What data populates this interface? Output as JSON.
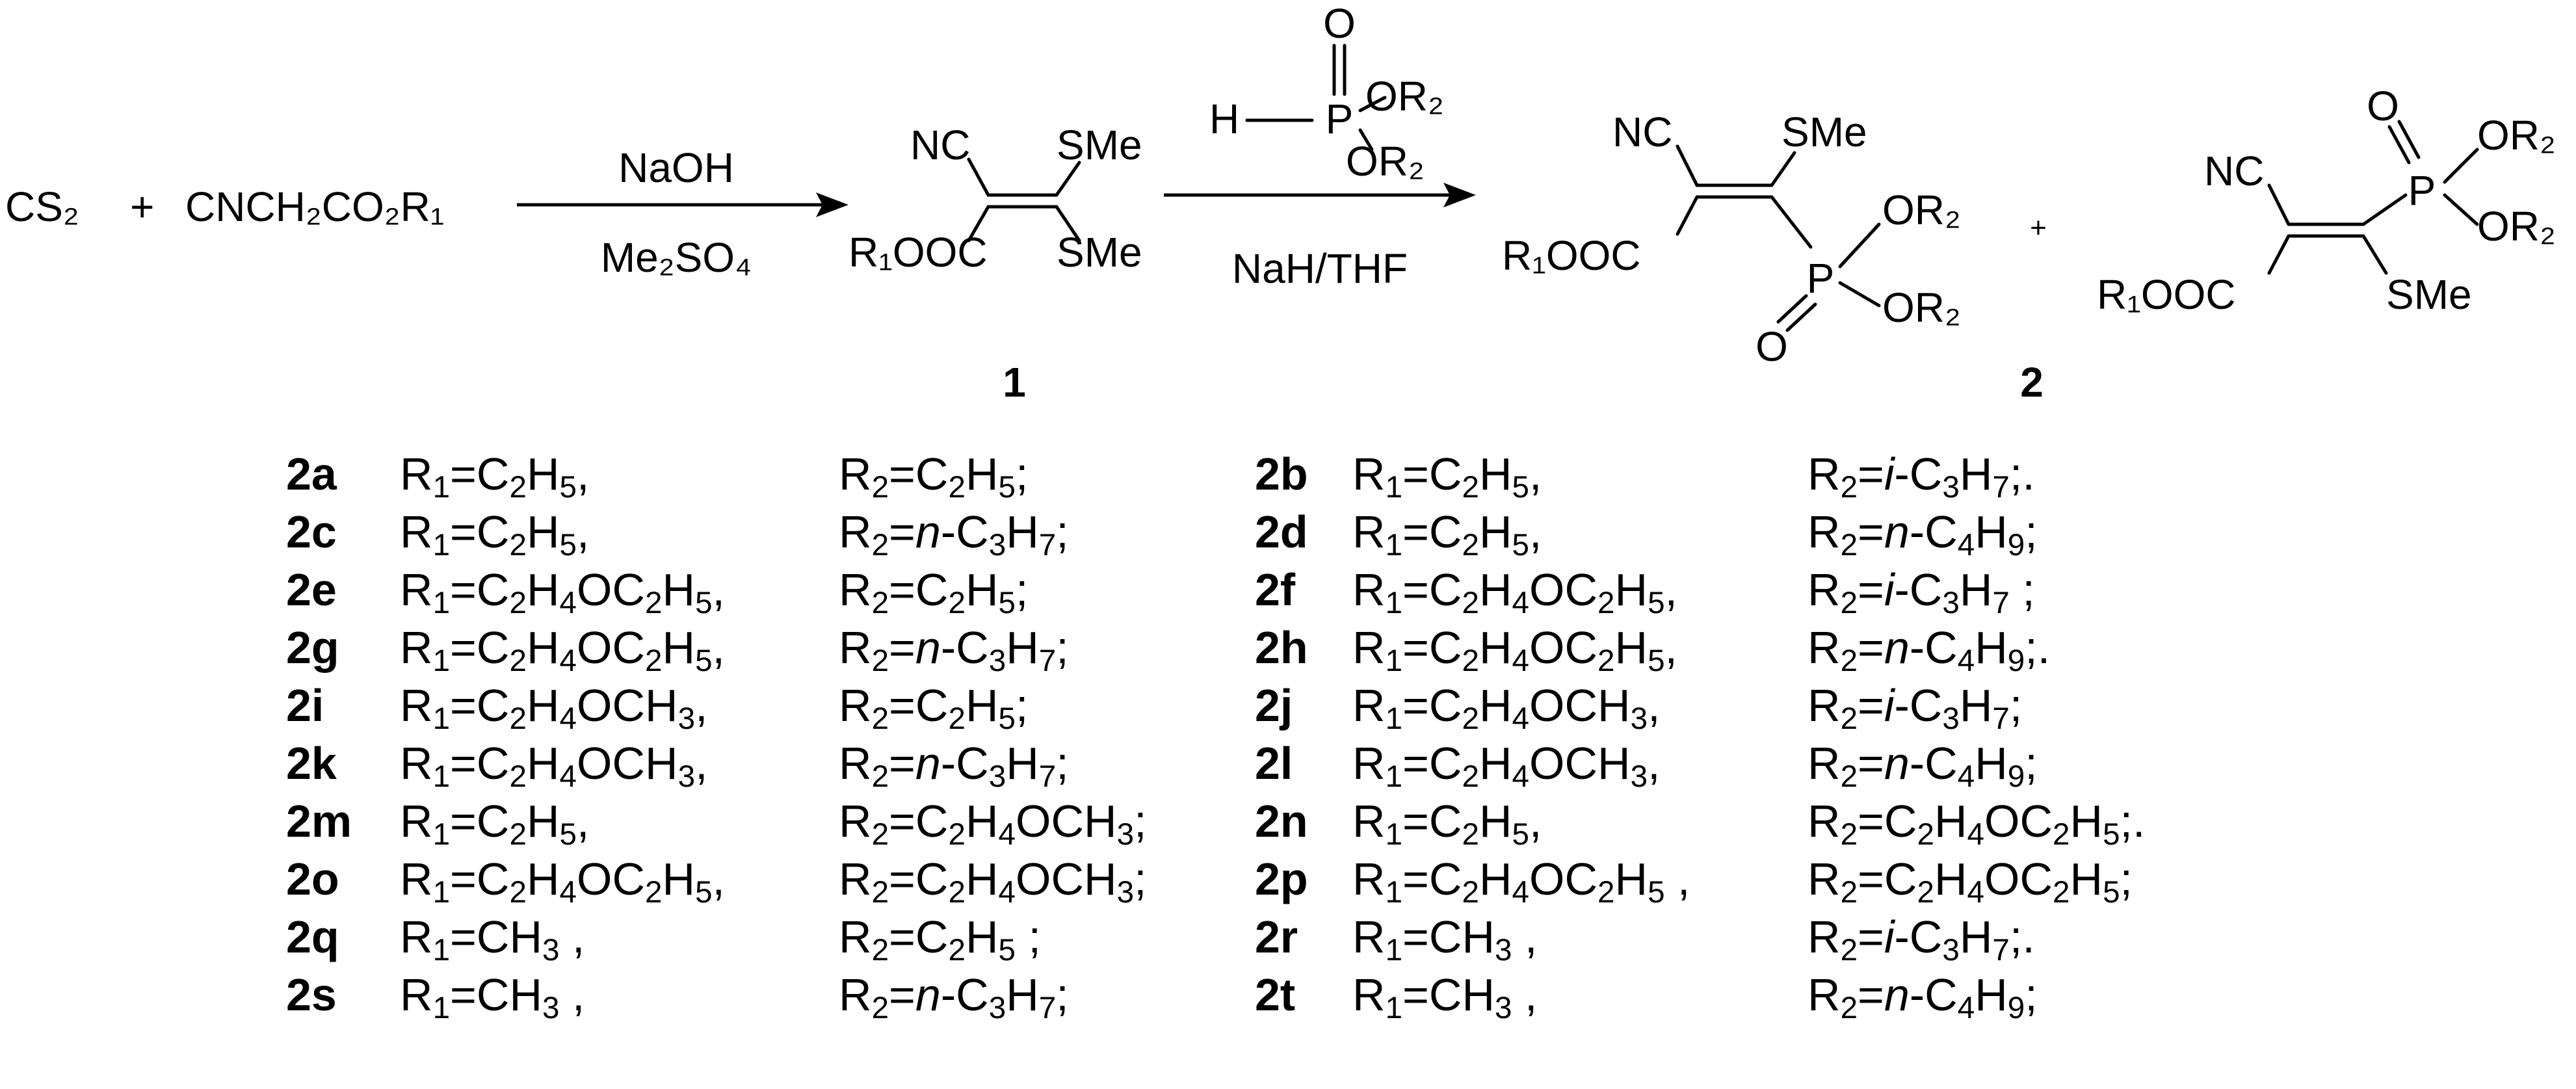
{
  "reaction": {
    "reactant_1": "CS₂",
    "plus_1": "+",
    "reactant_2": "CNCH₂CO₂R₁",
    "step1_reagent_top": "NaOH",
    "step1_reagent_bottom": "Me₂SO₄",
    "intermediate": {
      "nc": "NC",
      "sme_top": "SMe",
      "ester": "R₁OOC",
      "sme_bottom": "SMe",
      "label": "1"
    },
    "phosphite": {
      "o": "O",
      "h": "H",
      "p": "P",
      "or2_top": "OR₂",
      "or2_bottom": "OR₂"
    },
    "step2_reagent_bottom": "NaH/THF",
    "product_a": {
      "nc": "NC",
      "sme": "SMe",
      "ester": "R₁OOC",
      "p": "P",
      "or2_top": "OR₂",
      "or2_bottom": "OR₂",
      "o": "O"
    },
    "plus_2": "+",
    "product_b": {
      "o": "O",
      "p": "P",
      "or2_top": "OR₂",
      "or2_bottom": "OR₂",
      "nc": "NC",
      "ester": "R₁OOC",
      "sme": "SMe"
    },
    "product_label": "2"
  },
  "compounds": [
    {
      "label": "2a",
      "r1": "R1=C2H5,",
      "r2": "R2=C2H5;"
    },
    {
      "label": "2b",
      "r1": "R1=C2H5,",
      "r2": "R2=i-C3H7;."
    },
    {
      "label": "2c",
      "r1": "R1=C2H5,",
      "r2": "R2=n-C3H7;"
    },
    {
      "label": "2d",
      "r1": "R1=C2H5,",
      "r2": "R2=n-C4H9;"
    },
    {
      "label": "2e",
      "r1": "R1=C2H4OC2H5,",
      "r2": "R2=C2H5;"
    },
    {
      "label": "2f",
      "r1": "R1=C2H4OC2H5,",
      "r2": "R2=i-C3H7 ;"
    },
    {
      "label": "2g",
      "r1": "R1=C2H4OC2H5,",
      "r2": "R2=n-C3H7;"
    },
    {
      "label": "2h",
      "r1": "R1=C2H4OC2H5,",
      "r2": "R2=n-C4H9;."
    },
    {
      "label": "2i",
      "r1": "R1=C2H4OCH3,",
      "r2": "R2=C2H5;"
    },
    {
      "label": "2j",
      "r1": "R1=C2H4OCH3,",
      "r2": "R2=i-C3H7;"
    },
    {
      "label": "2k",
      "r1": "R1=C2H4OCH3,",
      "r2": "R2=n-C3H7;"
    },
    {
      "label": "2l",
      "r1": "R1=C2H4OCH3,",
      "r2": "R2=n-C4H9;"
    },
    {
      "label": "2m",
      "r1": "R1=C2H5,",
      "r2": "R2=C2H4OCH3;"
    },
    {
      "label": "2n",
      "r1": "R1=C2H5,",
      "r2": "R2=C2H4OC2H5;."
    },
    {
      "label": "2o",
      "r1": "R1=C2H4OC2H5,",
      "r2": "R2=C2H4OCH3;"
    },
    {
      "label": "2p",
      "r1": "R1=C2H4OC2H5 ,",
      "r2": "R2=C2H4OC2H5;"
    },
    {
      "label": "2q",
      "r1": "R1=CH3 ,",
      "r2": "R2=C2H5 ;"
    },
    {
      "label": "2r",
      "r1": "R1=CH3  ,",
      "r2": "R2=i-C3H7;."
    },
    {
      "label": "2s",
      "r1": "R1=CH3 ,",
      "r2": "R2=n-C3H7;"
    },
    {
      "label": "2t",
      "r1": "R1=CH3 ,",
      "r2": "R2=n-C4H9;"
    }
  ]
}
